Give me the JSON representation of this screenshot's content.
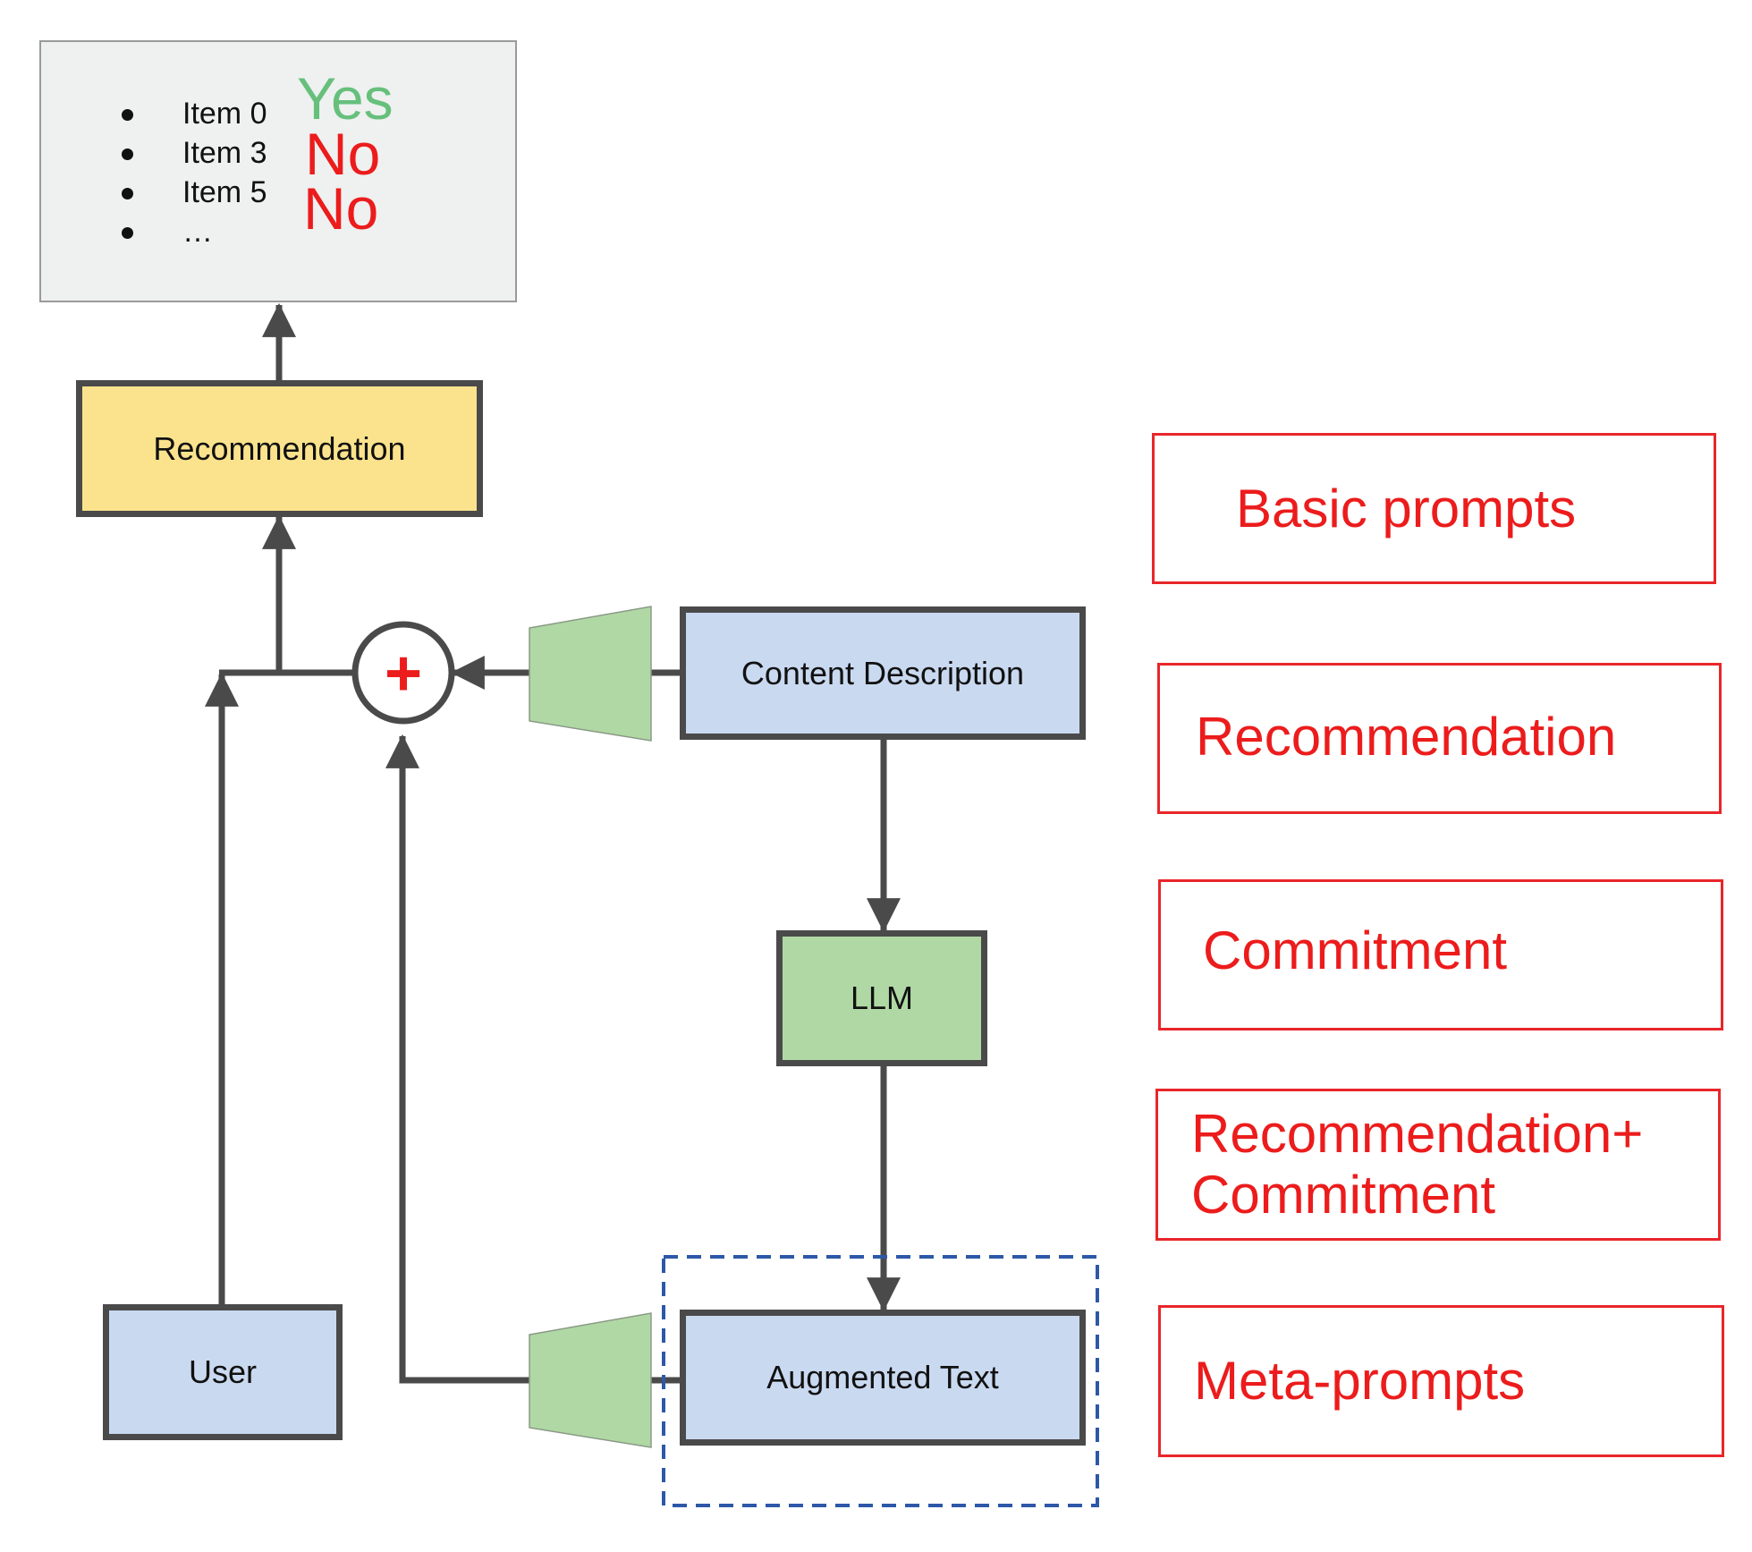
{
  "output_panel": {
    "items": [
      "Item 0",
      "Item 3",
      "Item 5",
      "…"
    ],
    "answers": [
      "Yes",
      "No",
      "No"
    ]
  },
  "nodes": {
    "recommendation": "Recommendation",
    "content_description": "Content Description",
    "llm": "LLM",
    "user": "User",
    "augmented_text": "Augmented Text",
    "combine_symbol": "+"
  },
  "prompt_types": [
    "Basic prompts",
    "Recommendation",
    "Commitment",
    "Recommendation+ Commitment",
    "Meta-prompts"
  ],
  "colors": {
    "node_blue": "#c9d9f0",
    "node_green": "#b0d8a4",
    "node_yellow": "#fbe38d",
    "border_gray": "#4a4a4a",
    "label_red": "#ec1c1c",
    "yes_green": "#66c07c",
    "dashed_blue": "#2d58a8"
  }
}
